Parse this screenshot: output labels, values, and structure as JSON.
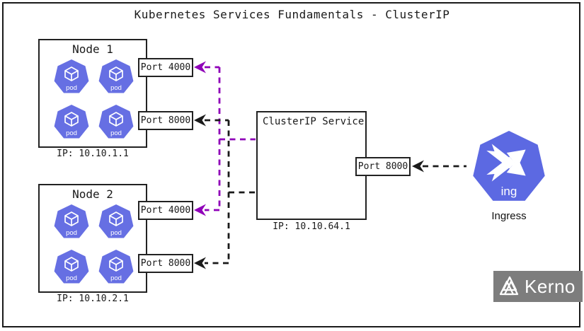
{
  "title": "Kubernetes Services Fundamentals - ClusterIP",
  "nodes": [
    {
      "title": "Node 1",
      "ip_label": "IP: 10.10.1.1",
      "pods": [
        {
          "label": "pod"
        },
        {
          "label": "pod"
        },
        {
          "label": "pod"
        },
        {
          "label": "pod"
        }
      ],
      "ports": [
        {
          "label": "Port 4000"
        },
        {
          "label": "Port 8000"
        }
      ]
    },
    {
      "title": "Node 2",
      "ip_label": "IP: 10.10.2.1",
      "pods": [
        {
          "label": "pod"
        },
        {
          "label": "pod"
        },
        {
          "label": "pod"
        },
        {
          "label": "pod"
        }
      ],
      "ports": [
        {
          "label": "Port 4000"
        },
        {
          "label": "Port 8000"
        }
      ]
    }
  ],
  "service": {
    "title": "ClusterIP Service",
    "ip_label": "IP: 10.10.64.1",
    "port": {
      "label": "Port 8000"
    }
  },
  "ingress": {
    "label": "Ingress",
    "icon_text": "ing"
  },
  "branding": {
    "name": "Kerno"
  },
  "colors": {
    "pod_blue": "#666fe3",
    "ingress_blue": "#5c69e2",
    "arrow_purple": "#8f00b8",
    "line_black": "#1a1a1a",
    "logo_bg": "#7d7d7d"
  }
}
